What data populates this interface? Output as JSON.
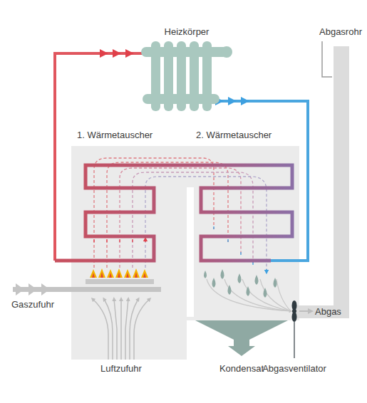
{
  "diagram": {
    "labels": [
      "Heizkörper",
      "Abgasrohr",
      "1. Wärmetauscher",
      "2. Wärmetauscher",
      "Gaszufuhr",
      "Abgas",
      "Luftzufuhr",
      "Kondensat",
      "Abgasventilator"
    ]
  }
}
